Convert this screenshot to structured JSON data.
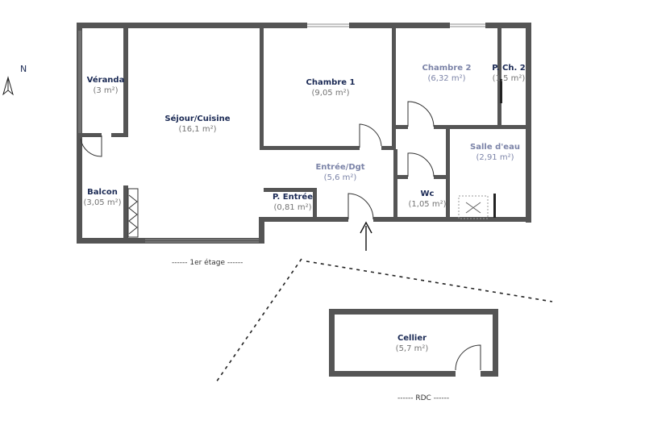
{
  "compass": {
    "label": "N"
  },
  "rooms": {
    "veranda": {
      "name": "Véranda",
      "area": "(3 m²)"
    },
    "sejour": {
      "name": "Séjour/Cuisine",
      "area": "(16,1 m²)"
    },
    "chambre1": {
      "name": "Chambre 1",
      "area": "(9,05 m²)"
    },
    "chambre2": {
      "name": "Chambre 2",
      "area": "(6,32 m²)"
    },
    "placard_ch2": {
      "name": "P. Ch. 2",
      "area": "(1,5 m²)"
    },
    "salle_eau": {
      "name": "Salle d'eau",
      "area": "(2,91 m²)"
    },
    "entree": {
      "name": "Entrée/Dgt",
      "area": "(5,6 m²)"
    },
    "wc": {
      "name": "Wc",
      "area": "(1,05 m²)"
    },
    "placard_entree": {
      "name": "P. Entrée",
      "area": "(0,81 m²)"
    },
    "balcon": {
      "name": "Balcon",
      "area": "(3,05 m²)"
    },
    "cellier": {
      "name": "Cellier",
      "area": "(5,7 m²)"
    }
  },
  "floors": {
    "etage": "1er étage",
    "rdc": "RDC"
  },
  "colors": {
    "wall": "#555555",
    "room_label": "#1b2a55",
    "room_label_light": "#7c84a8"
  }
}
